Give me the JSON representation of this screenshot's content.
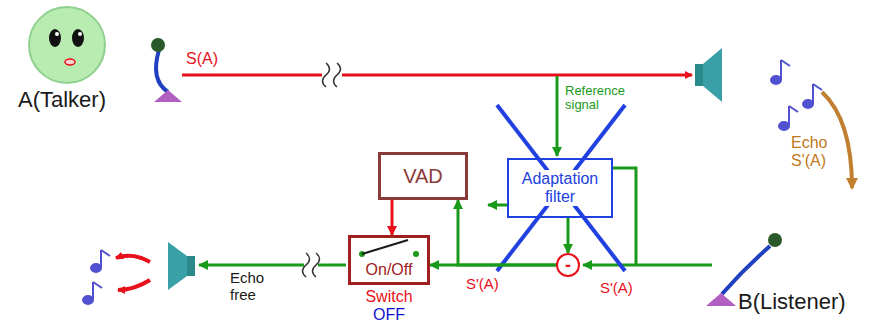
{
  "diagram": {
    "nodes": [
      {
        "text": [
          "VAD"
        ]
      },
      {
        "text": [
          "Adaptation filter"
        ]
      },
      {
        "text": [
          "-"
        ]
      },
      {
        "text": [
          "On/Off",
          "Switch",
          "OFF"
        ]
      }
    ],
    "edges": [
      {
        "from": 2,
        "to": 3,
        "arrow": "to",
        "label": "S'(A)"
      },
      {
        "from": 2,
        "to": 0,
        "arrow": "to"
      },
      {
        "from": 0,
        "to": 3,
        "arrow": "to"
      },
      {
        "from": 1,
        "to": 2,
        "arrow": "to"
      }
    ],
    "labels": [
      "A(Talker)",
      "S(A)",
      "Reference signal",
      "Echo S'(A)",
      "Echo free",
      "S'(A)",
      "B(Listener)"
    ]
  }
}
